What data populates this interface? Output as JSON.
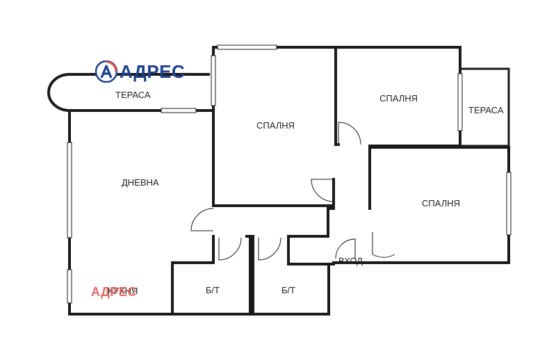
{
  "brand": {
    "name": "АДРЕС",
    "watermark": "АДРЕС",
    "primary_color": "#1b3f8b",
    "accent_color": "#d9534f"
  },
  "rooms": {
    "terrace_left": "ТЕРАСА",
    "bedroom_1": "СПАЛНЯ",
    "bedroom_2": "СПАЛНЯ",
    "terrace_right": "ТЕРАСА",
    "living_room": "ДНЕВНА",
    "bedroom_3": "СПАЛНЯ",
    "entrance": "ВХОД",
    "kitchen": "КУХНЯ",
    "bathroom_1": "Б/Т",
    "bathroom_2": "Б/Т"
  }
}
